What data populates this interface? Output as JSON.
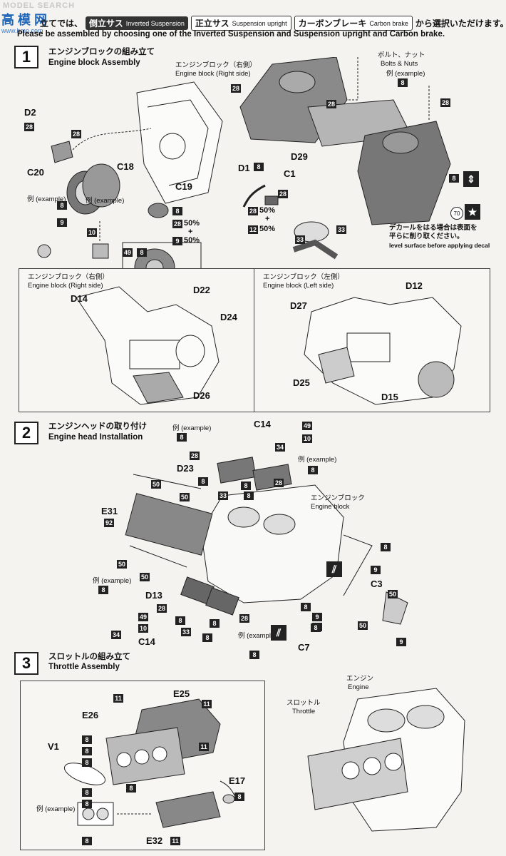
{
  "site": {
    "watermark": "MODEL SEARCH",
    "cn": "高 模 网",
    "url": "www.hmo.com"
  },
  "header": {
    "line1_prefix": "立てでは、",
    "tag_inverted_jp": "倒立サス",
    "tag_inverted_en": "Inverted Suspension",
    "tag_upright_jp": "正立サス",
    "tag_upright_en": "Suspension upright",
    "tag_carbon_jp": "カーボンブレーキ",
    "tag_carbon_en": "Carbon brake",
    "line1_suffix": "から選択いただけます。",
    "line2": "Please be assembled by choosing one of the Inverted Suspension and Suspension upright and Carbon brake."
  },
  "step1": {
    "number": "1",
    "title_jp": "エンジンブロックの組み立て",
    "title_en": "Engine block Assembly",
    "block_right_jp": "エンジンブロック（右側）",
    "block_right_en": "Engine block (Right side)",
    "bolts_jp": "ボルト、ナット",
    "bolts_en": "Bolts & Nuts",
    "example": "例 (example)",
    "labels": {
      "d2": "D2",
      "c20": "C20",
      "c18": "C18",
      "c19": "C19",
      "d29": "D29",
      "d1": "D1",
      "c1": "C1"
    },
    "nums": {
      "n28": "28",
      "n8": "8",
      "n9": "9",
      "n10": "10",
      "n49": "49",
      "n12": "12",
      "n33": "33",
      "n70": "70"
    },
    "pct50": "50%",
    "plus": "+",
    "decal_jp1": "デカールをはる場合は表面を",
    "decal_jp2": "平らに削り取ください。",
    "decal_en": "level surface before applying decal",
    "panel_left": {
      "title_jp": "エンジンブロック（右側）",
      "title_en": "Engine block (Right side)",
      "d14": "D14",
      "d22": "D22",
      "d24": "D24",
      "d26": "D26"
    },
    "panel_right": {
      "title_jp": "エンジンブロック（左側）",
      "title_en": "Engine block (Left side)",
      "d12": "D12",
      "d27": "D27",
      "d25": "D25",
      "d15": "D15"
    }
  },
  "step2": {
    "number": "2",
    "title_jp": "エンジンヘッドの取り付け",
    "title_en": "Engine head Installation",
    "block_jp": "エンジンブロック",
    "block_en": "Engine block",
    "example": "例 (example)",
    "labels": {
      "c14": "C14",
      "d23": "D23",
      "e31": "E31",
      "d13": "D13",
      "c3": "C3",
      "c7": "C7"
    },
    "nums": {
      "n8": "8",
      "n49": "49",
      "n10": "10",
      "n34": "34",
      "n28": "28",
      "n50": "50",
      "n92": "92",
      "n33": "33",
      "n9": "9"
    }
  },
  "step3": {
    "number": "3",
    "title_jp": "スロットルの組み立て",
    "title_en": "Throttle Assembly",
    "engine_jp": "エンジン",
    "engine_en": "Engine",
    "throttle_jp": "スロットル",
    "throttle_en": "Throttle",
    "example": "例 (example)",
    "labels": {
      "e25": "E25",
      "e26": "E26",
      "v1": "V1",
      "e17": "E17",
      "e32": "E32"
    },
    "nums": {
      "n11": "11",
      "n8": "8"
    }
  },
  "colors": {
    "ink": "#111111",
    "paper": "#f4f3f0",
    "part_grey": "#8a8a8a",
    "site_blue": "#1f66b8"
  }
}
